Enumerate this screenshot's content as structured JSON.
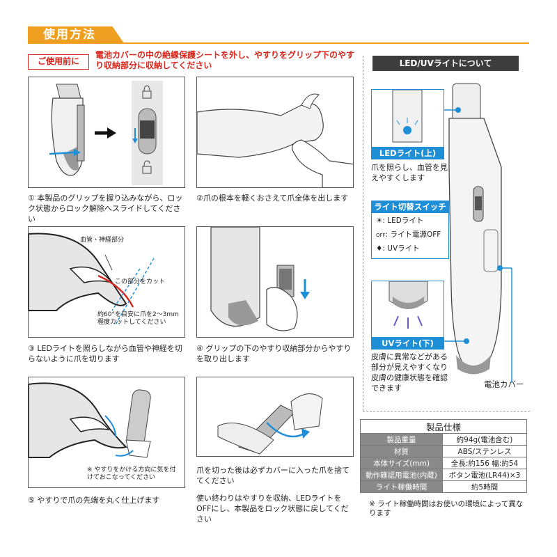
{
  "section_title": "使用方法",
  "prenote": {
    "badge": "ご使用前に",
    "text": "電池カバーの中の絶縁保護シートを外し、やすりをグリップ下のやすり収納部分に収納してください"
  },
  "steps": [
    {
      "caption": "① 本製品のグリップを握り込みながら、ロック状態からロック解除へスライドしてください"
    },
    {
      "caption": "②爪の根本を軽くおさえて爪全体を出します"
    },
    {
      "caption": "③ LEDライトを照らしながら血管や神経を切らないように爪を切ります",
      "labels": {
        "vessel": "血管・神経部分",
        "cut": "この部分をカット",
        "angle": "約60°を目安に爪を2〜3mm程度カットしてください"
      }
    },
    {
      "caption": "④ グリップの下のやすり収納部分からやすりを取り出します"
    },
    {
      "caption": "⑤ やすりで爪の先端を丸く仕上げます",
      "labels": {
        "note": "※ やすりをかける方向に気を付けておこなってください"
      }
    },
    {
      "caption": "爪を切った後は必ずカバーに入った爪を捨ててください",
      "caption2": "使い終わりはやすりを収納、LEDライトをOFFにし、本製品をロック状態に戻してください"
    }
  ],
  "light": {
    "header": "LED/UVライトについて",
    "led_tag": "LEDライト(上)",
    "led_desc": "爪を照らし、血管を見えやすくします",
    "switch_tag": "ライト切替スイッチ",
    "switch_items": [
      ": LEDライト",
      ": ライト電源OFF",
      ": UVライト"
    ],
    "switch_off": "OFF",
    "uv_tag": "UVライト(下)",
    "uv_desc": "皮膚に異常などがある部分が見えやすくなり皮膚の健康状態を確認できます",
    "battery": "電池カバー"
  },
  "spec": {
    "title": "製品仕様",
    "rows": [
      {
        "k": "製品重量",
        "v": "約94g(電池含む)"
      },
      {
        "k": "材質",
        "v": "ABS/ステンレス"
      },
      {
        "k": "本体サイズ(mm)",
        "v": "全長:約156 幅:約54"
      },
      {
        "k": "動作確認用電池(内蔵)",
        "v": "ボタン電池(LR44)×3"
      },
      {
        "k": "ライト稼働時間",
        "v": "約5時間"
      }
    ],
    "note": "※ ライト稼働時間はお使いの環境によって異なります"
  },
  "colors": {
    "accent": "#f0a020",
    "red": "#d8261c",
    "blue": "#1e8fd6"
  }
}
